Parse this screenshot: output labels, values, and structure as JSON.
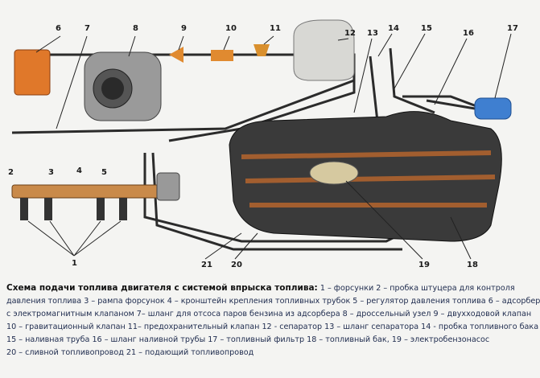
{
  "labels": [
    "1",
    "2",
    "3",
    "4",
    "5",
    "6",
    "7",
    "8",
    "9",
    "10",
    "11",
    "12",
    "13",
    "14",
    "15",
    "16",
    "17",
    "18",
    "19",
    "20",
    "21"
  ],
  "caption": {
    "title": "Схема подачи топлива двигателя с системой впрыска топлива:",
    "lines": [
      "1 – форсунки 2 – пробка штуцера для контроля",
      "давления топлива 3 – рампа форсунок 4 – кронштейн крепления топливных трубок 5 – регулятор давления топлива 6 – адсорбер",
      "с электромагнитным клапаном 7– шланг для отсоса паров бензина из адсорбера 8 – дроссельный узел 9 – двухходовой клапан",
      "10 – гравитационный клапан 11– предохранительный клапан 12 - сепаратор 13 – шланг сепаратора 14 - пробка топливного бака",
      "15 – наливная труба 16 – шланг наливной трубы 17 – топливный фильтр 18 – топливный бак, 19 – электробензонасос",
      "20 – сливной топливопровод 21 – подающий топливопровод"
    ]
  },
  "colors": {
    "tank": "#3a3a3a",
    "rust": "#b5652e",
    "adsorber": "#e0782a",
    "filter": "#3f7fd0",
    "rail": "#c98a4a"
  }
}
